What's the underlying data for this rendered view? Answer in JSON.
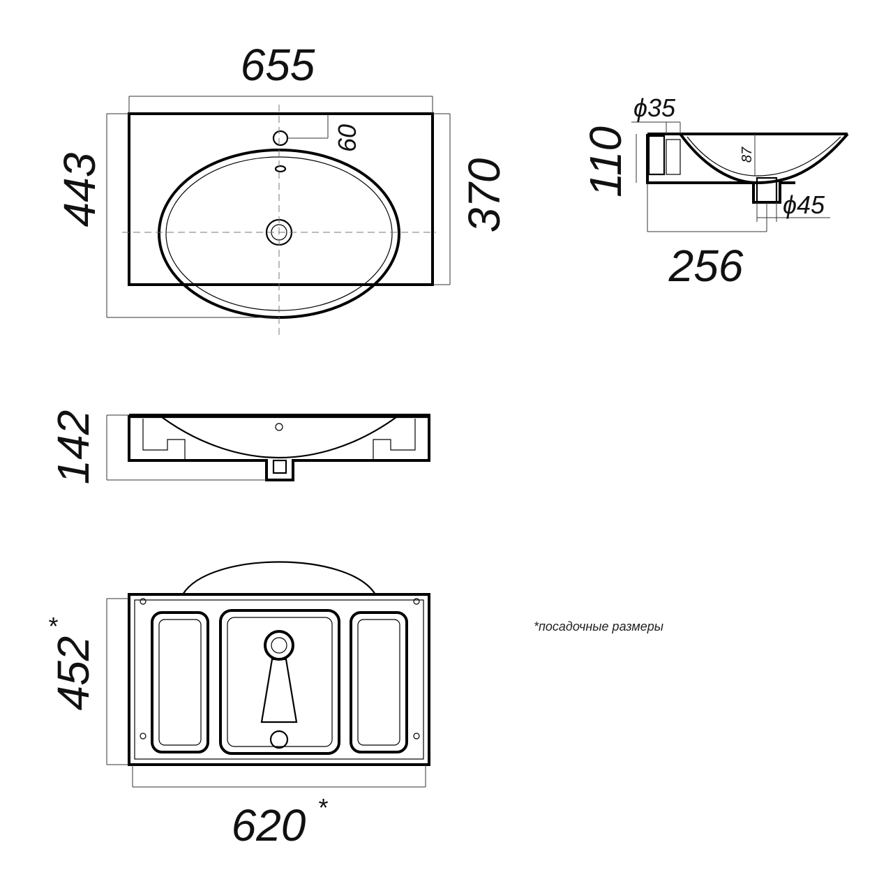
{
  "top_view": {
    "width_label": "655",
    "depth_label": "443",
    "front_depth_label": "370",
    "tap_offset_label": "60"
  },
  "side_section": {
    "tap_hole_label": "ϕ35",
    "height_label": "110",
    "bowl_depth_label": "87",
    "drain_label": "ϕ45",
    "depth_label": "256"
  },
  "front_view": {
    "height_label": "142"
  },
  "bottom_view": {
    "depth_label": "452",
    "width_label": "620",
    "asterisk": "*"
  },
  "note": {
    "text": "*посадочные размеры"
  },
  "colors": {
    "line": "#000000",
    "dimension": "#333333",
    "centerline": "#777777"
  }
}
